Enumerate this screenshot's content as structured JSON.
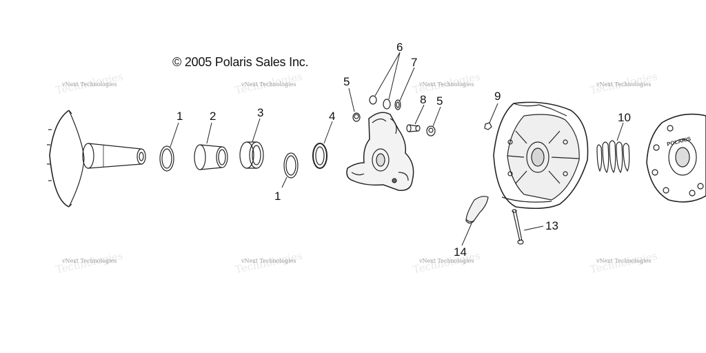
{
  "diagram": {
    "copyright": "© 2005 Polaris Sales Inc.",
    "watermark": "vNext Technologies",
    "callouts": [
      "1",
      "2",
      "3",
      "1",
      "4",
      "5",
      "6",
      "7",
      "8",
      "5",
      "9",
      "10",
      "13",
      "14"
    ],
    "cover_logo": "POLARIS"
  }
}
